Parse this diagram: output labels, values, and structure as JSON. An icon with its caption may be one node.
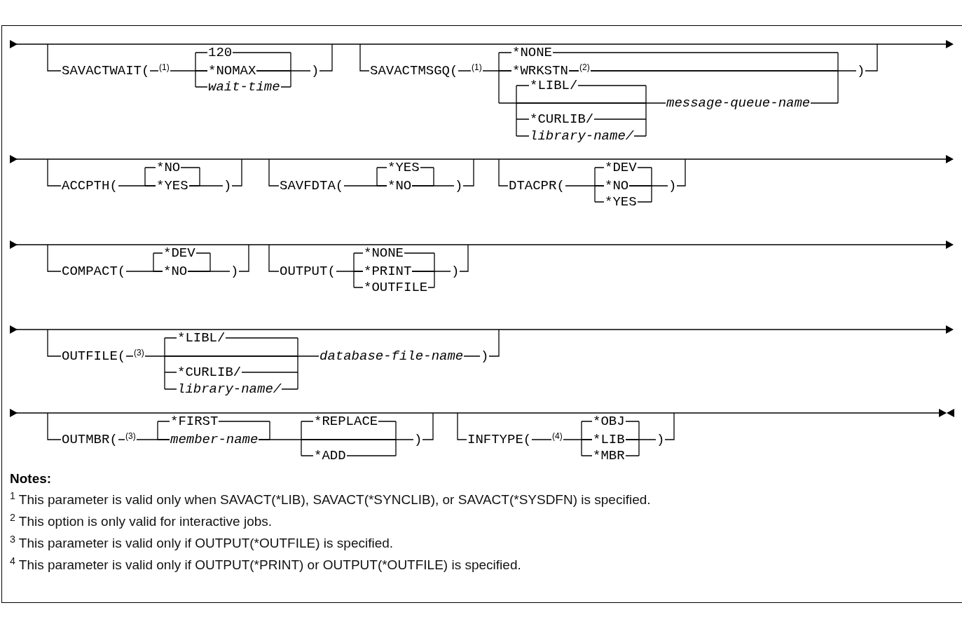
{
  "diagram": {
    "labels": [
      "SAVACTWAIT(",
      "(1)",
      "120",
      "*NOMAX",
      "wait-time",
      ")",
      "SAVACTMSGQ(",
      "(1)",
      "*NONE",
      "*WRKSTN",
      "(2)",
      ")",
      "*LIBL/",
      "message-queue-name",
      "*CURLIB/",
      "library-name/",
      "ACCPTH(",
      "*NO",
      "*YES",
      ")",
      "SAVFDTA(",
      "*YES",
      "*NO",
      ")",
      "DTACPR(",
      "*DEV",
      "*NO",
      "*YES",
      ")",
      "COMPACT(",
      "*DEV",
      "*NO",
      ")",
      "OUTPUT(",
      "*NONE",
      "*PRINT",
      "*OUTFILE",
      ")",
      "OUTFILE(",
      "(3)",
      "*LIBL/",
      "*CURLIB/",
      "library-name/",
      "database-file-name",
      ")",
      "OUTMBR(",
      "(3)",
      "*FIRST",
      "member-name",
      "*REPLACE",
      "*ADD",
      ")",
      "INFTYPE(",
      "(4)",
      "*OBJ",
      "*LIB",
      "*MBR",
      ")",
      "Notes:",
      "$^{1}$ This parameter is valid only when SAVACT(*LIB), SAVACT(*SYNCLIB), or SAVACT(*SYSDFN) is specified.",
      "$^{2}$ This option is only valid for interactive jobs.",
      "$^{3}$ This parameter is valid only if OUTPUT(*OUTFILE) is specified.",
      "$^{4}$ This parameter is valid only if OUTPUT(*PRINT) or OUTPUT(*OUTFILE) is specified."
    ]
  }
}
